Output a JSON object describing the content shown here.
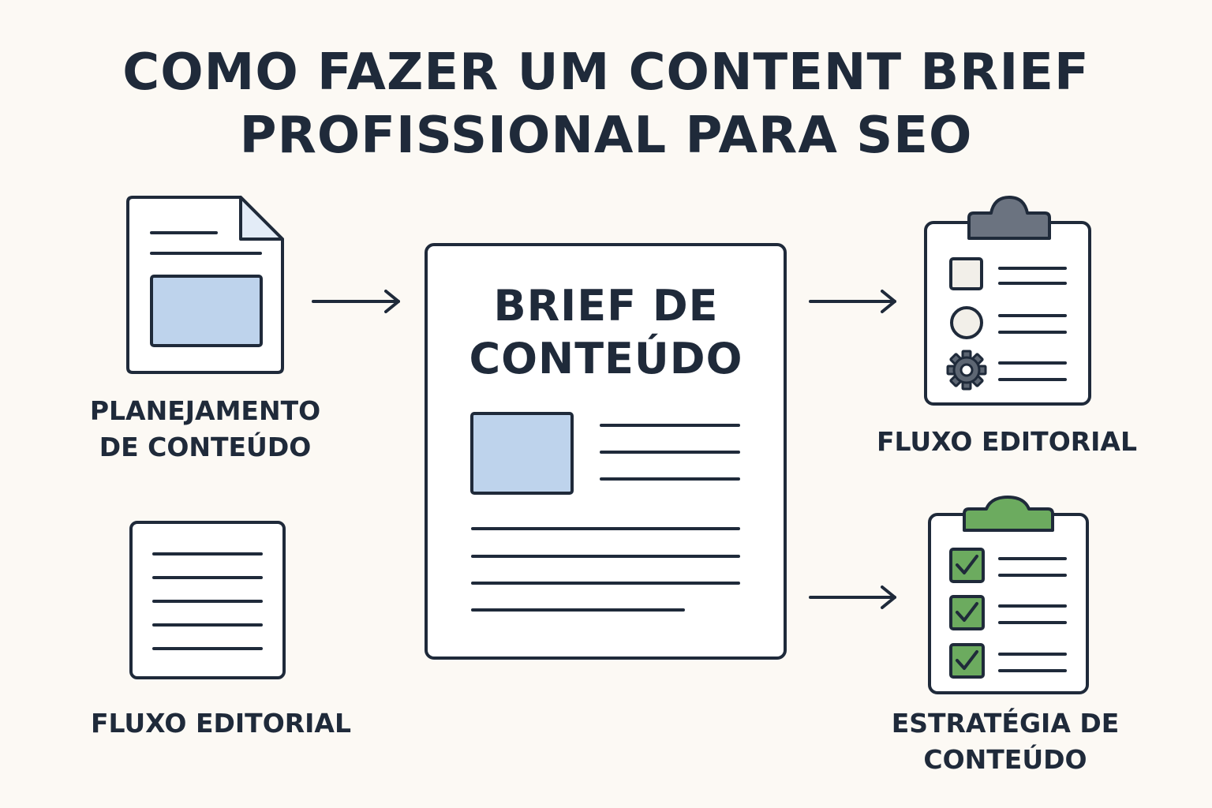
{
  "title": {
    "line1": "COMO FAZER UM CONTENT BRIEF",
    "line2": "PROFISSIONAL PARA SEO"
  },
  "center": {
    "heading_line1": "BRIEF DE",
    "heading_line2": "CONTEÚDO"
  },
  "nodes": {
    "planning": {
      "line1": "PLANEJAMENTO",
      "line2": "DE CONTEÚDO",
      "icon": "document-icon"
    },
    "editorial_left": {
      "label": "FLUXO EDITORIAL",
      "icon": "text-page-icon"
    },
    "editorial_right": {
      "label": "FLUXO EDITORIAL",
      "icon": "clipboard-checklist-icon"
    },
    "strategy": {
      "line1": "ESTRATÉGIA DE",
      "line2": "CONTEÚDO",
      "icon": "clipboard-done-icon"
    }
  },
  "colors": {
    "ink": "#1f2a3a",
    "paper": "#ffffff",
    "background": "#fcf9f4",
    "image_fill": "#bed3ec",
    "fold_fill": "#e3ecf7",
    "clip_gray": "#6b7380",
    "green": "#6cab5f",
    "checkbox_fill": "#f2efe9"
  }
}
